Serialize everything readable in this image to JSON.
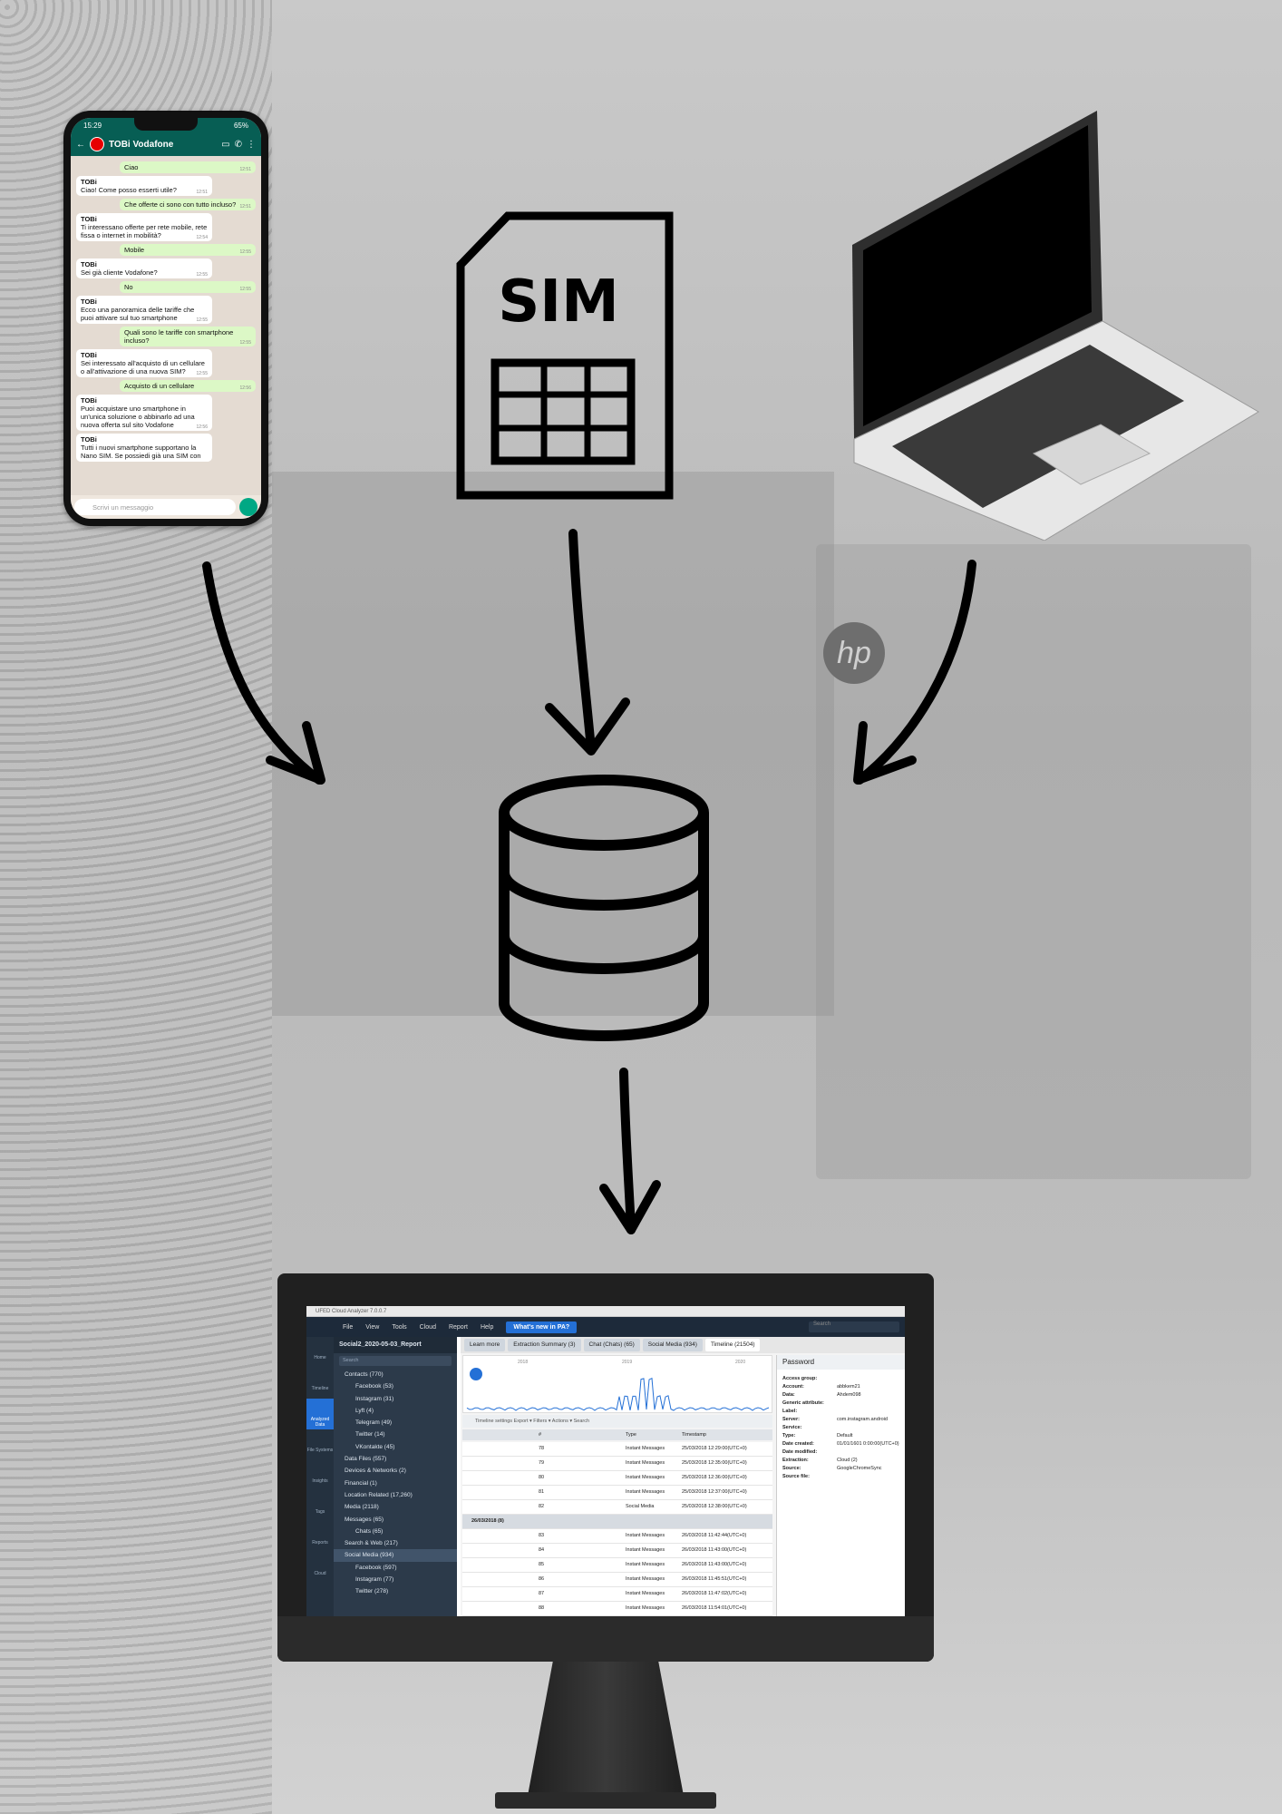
{
  "phone": {
    "time": "15:29",
    "battery": "65%",
    "chat_name": "TOBi Vodafone",
    "messages": [
      {
        "dir": "out",
        "sender": "",
        "text": "Ciao",
        "time": "12:51"
      },
      {
        "dir": "in",
        "sender": "TOBi",
        "text": "Ciao! Come posso esserti utile?",
        "time": "12:51"
      },
      {
        "dir": "out",
        "sender": "",
        "text": "Che offerte ci sono con tutto incluso?",
        "time": "12:51"
      },
      {
        "dir": "in",
        "sender": "TOBi",
        "text": "Ti interessano offerte per rete mobile, rete fissa o internet in mobilità?",
        "time": "12:54"
      },
      {
        "dir": "out",
        "sender": "",
        "text": "Mobile",
        "time": "12:55"
      },
      {
        "dir": "in",
        "sender": "TOBi",
        "text": "Sei già cliente Vodafone?",
        "time": "12:55"
      },
      {
        "dir": "out",
        "sender": "",
        "text": "No",
        "time": "12:55"
      },
      {
        "dir": "in",
        "sender": "TOBi",
        "text": "Ecco una panoramica delle tariffe che puoi attivare sul tuo smartphone",
        "time": "12:55"
      },
      {
        "dir": "out",
        "sender": "",
        "text": "Quali sono le tariffe con smartphone incluso?",
        "time": "12:55"
      },
      {
        "dir": "in",
        "sender": "TOBi",
        "text": "Sei interessato all'acquisto di un cellulare o all'attivazione di una nuova SIM?",
        "time": "12:55"
      },
      {
        "dir": "out",
        "sender": "",
        "text": "Acquisto di un cellulare",
        "time": "12:56"
      },
      {
        "dir": "in",
        "sender": "TOBi",
        "text": "Puoi acquistare uno smartphone in un'unica soluzione o abbinarlo ad una nuova offerta sul sito Vodafone",
        "time": "12:56"
      },
      {
        "dir": "in",
        "sender": "TOBi",
        "text": "Tutti i nuovi smartphone supportano la Nano SIM. Se possiedi già una SIM con",
        "time": ""
      }
    ],
    "input_placeholder": "Scrivi un messaggio"
  },
  "sim": {
    "label": "SIM"
  },
  "app": {
    "title": "UFED Cloud Analyzer 7.0.0.7",
    "menu": [
      "File",
      "View",
      "Tools",
      "Cloud",
      "Report",
      "Help"
    ],
    "whats_new": "What's new in PA?",
    "search_placeholder": "Search",
    "nav": [
      "Home",
      "Timeline",
      "Analyzed Data",
      "File Systems",
      "Insights",
      "Tags",
      "Reports",
      "Cloud"
    ],
    "case_name": "Social2_2020-05-03_Report",
    "tree_search": "Search",
    "tree": [
      {
        "label": "Contacts (770)",
        "sub": false,
        "sel": false
      },
      {
        "label": "Facebook (53)",
        "sub": true,
        "sel": false
      },
      {
        "label": "Instagram (31)",
        "sub": true,
        "sel": false
      },
      {
        "label": "Lyft (4)",
        "sub": true,
        "sel": false
      },
      {
        "label": "Telegram (49)",
        "sub": true,
        "sel": false
      },
      {
        "label": "Twitter (14)",
        "sub": true,
        "sel": false
      },
      {
        "label": "VKontakte (45)",
        "sub": true,
        "sel": false
      },
      {
        "label": "Data Files (557)",
        "sub": false,
        "sel": false
      },
      {
        "label": "Devices & Networks (2)",
        "sub": false,
        "sel": false
      },
      {
        "label": "Financial (1)",
        "sub": false,
        "sel": false
      },
      {
        "label": "Location Related (17,260)",
        "sub": false,
        "sel": false
      },
      {
        "label": "Media (2118)",
        "sub": false,
        "sel": false
      },
      {
        "label": "Messages (65)",
        "sub": false,
        "sel": false
      },
      {
        "label": "Chats (65)",
        "sub": true,
        "sel": false
      },
      {
        "label": "Search & Web (217)",
        "sub": false,
        "sel": false
      },
      {
        "label": "Social Media (934)",
        "sub": false,
        "sel": true
      },
      {
        "label": "Facebook (597)",
        "sub": true,
        "sel": false
      },
      {
        "label": "Instagram (77)",
        "sub": true,
        "sel": false
      },
      {
        "label": "Twitter (278)",
        "sub": true,
        "sel": false
      }
    ],
    "tabs": [
      {
        "label": "Learn more",
        "active": false
      },
      {
        "label": "Extraction Summary (3)",
        "active": false
      },
      {
        "label": "Chat (Chats) (65)",
        "active": false
      },
      {
        "label": "Social Media (934)",
        "active": false
      },
      {
        "label": "Timeline (21504)",
        "active": true
      }
    ],
    "chart_years": [
      "2018",
      "2019",
      "2020"
    ],
    "toolbar": "Timeline settings    Export ▾   Filters ▾   Actions ▾   Search",
    "columns": [
      "#",
      "Type",
      "Timestamp"
    ],
    "rows": [
      {
        "group": false,
        "num": "78",
        "type": "Instant Messages",
        "ts": "25/03/2018 12:29:00(UTC+0)"
      },
      {
        "group": false,
        "num": "79",
        "type": "Instant Messages",
        "ts": "25/03/2018 12:35:00(UTC+0)"
      },
      {
        "group": false,
        "num": "80",
        "type": "Instant Messages",
        "ts": "25/03/2018 12:36:00(UTC+0)"
      },
      {
        "group": false,
        "num": "81",
        "type": "Instant Messages",
        "ts": "25/03/2018 12:37:00(UTC+0)"
      },
      {
        "group": false,
        "num": "82",
        "type": "Social Media",
        "ts": "25/03/2018 12:38:00(UTC+0)"
      },
      {
        "group": true,
        "num": "26/03/2018 (8)",
        "type": "",
        "ts": ""
      },
      {
        "group": false,
        "num": "83",
        "type": "Instant Messages",
        "ts": "26/03/2018 11:42:44(UTC+0)"
      },
      {
        "group": false,
        "num": "84",
        "type": "Instant Messages",
        "ts": "26/03/2018 11:43:00(UTC+0)"
      },
      {
        "group": false,
        "num": "85",
        "type": "Instant Messages",
        "ts": "26/03/2018 11:43:00(UTC+0)"
      },
      {
        "group": false,
        "num": "86",
        "type": "Instant Messages",
        "ts": "26/03/2018 11:45:51(UTC+0)"
      },
      {
        "group": false,
        "num": "87",
        "type": "Instant Messages",
        "ts": "26/03/2018 11:47:02(UTC+0)"
      },
      {
        "group": false,
        "num": "88",
        "type": "Instant Messages",
        "ts": "26/03/2018 11:54:01(UTC+0)"
      }
    ],
    "detail_title": "Password",
    "detail": [
      {
        "k": "Access group:",
        "v": ""
      },
      {
        "k": "Account:",
        "v": "abbkem21"
      },
      {
        "k": "Data:",
        "v": "Ahdem098"
      },
      {
        "k": "Generic attribute:",
        "v": ""
      },
      {
        "k": "Label:",
        "v": ""
      },
      {
        "k": "Server:",
        "v": "com.instagram.android"
      },
      {
        "k": "Service:",
        "v": ""
      },
      {
        "k": "Type:",
        "v": "Default"
      },
      {
        "k": "Date created:",
        "v": "01/01/1601 0:00:00(UTC+0)"
      },
      {
        "k": "Date modified:",
        "v": ""
      },
      {
        "k": "Extraction:",
        "v": "Cloud (2)"
      },
      {
        "k": "Source:",
        "v": "GoogleChromeSync"
      },
      {
        "k": "Source file:",
        "v": ""
      }
    ]
  },
  "icons": [
    "arrow-icon",
    "database-icon",
    "sim-card-icon",
    "laptop-icon",
    "hp-logo-icon"
  ]
}
